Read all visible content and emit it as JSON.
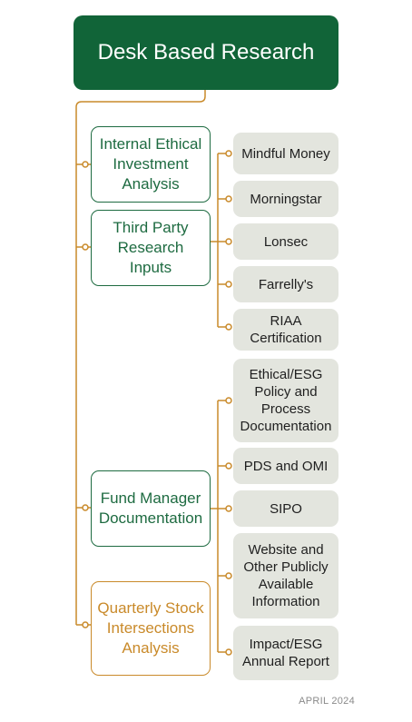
{
  "title": "Desk Based Research",
  "groups": [
    {
      "label": "Internal Ethical Investment Analysis",
      "accent": "#1e6b41"
    },
    {
      "label": "Third Party Research Inputs",
      "accent": "#1e6b41",
      "children": [
        "Mindful Money",
        "Morningstar",
        "Lonsec",
        "Farrelly's",
        "RIAA Certification"
      ]
    },
    {
      "label": "Fund Manager Documentation",
      "accent": "#1e6b41",
      "children": [
        "Ethical/ESG Policy and Process Documentation",
        "PDS and OMI",
        "SIPO",
        "Website and Other Publicly Available Information",
        "Impact/ESG Annual Report"
      ]
    },
    {
      "label": "Quarterly Stock Intersections Analysis",
      "accent": "#c98a2a"
    }
  ],
  "colors": {
    "title_bg": "#116438",
    "connector": "#c98a2a",
    "leaf_bg": "#e3e5de"
  },
  "footer": "APRIL 2024"
}
